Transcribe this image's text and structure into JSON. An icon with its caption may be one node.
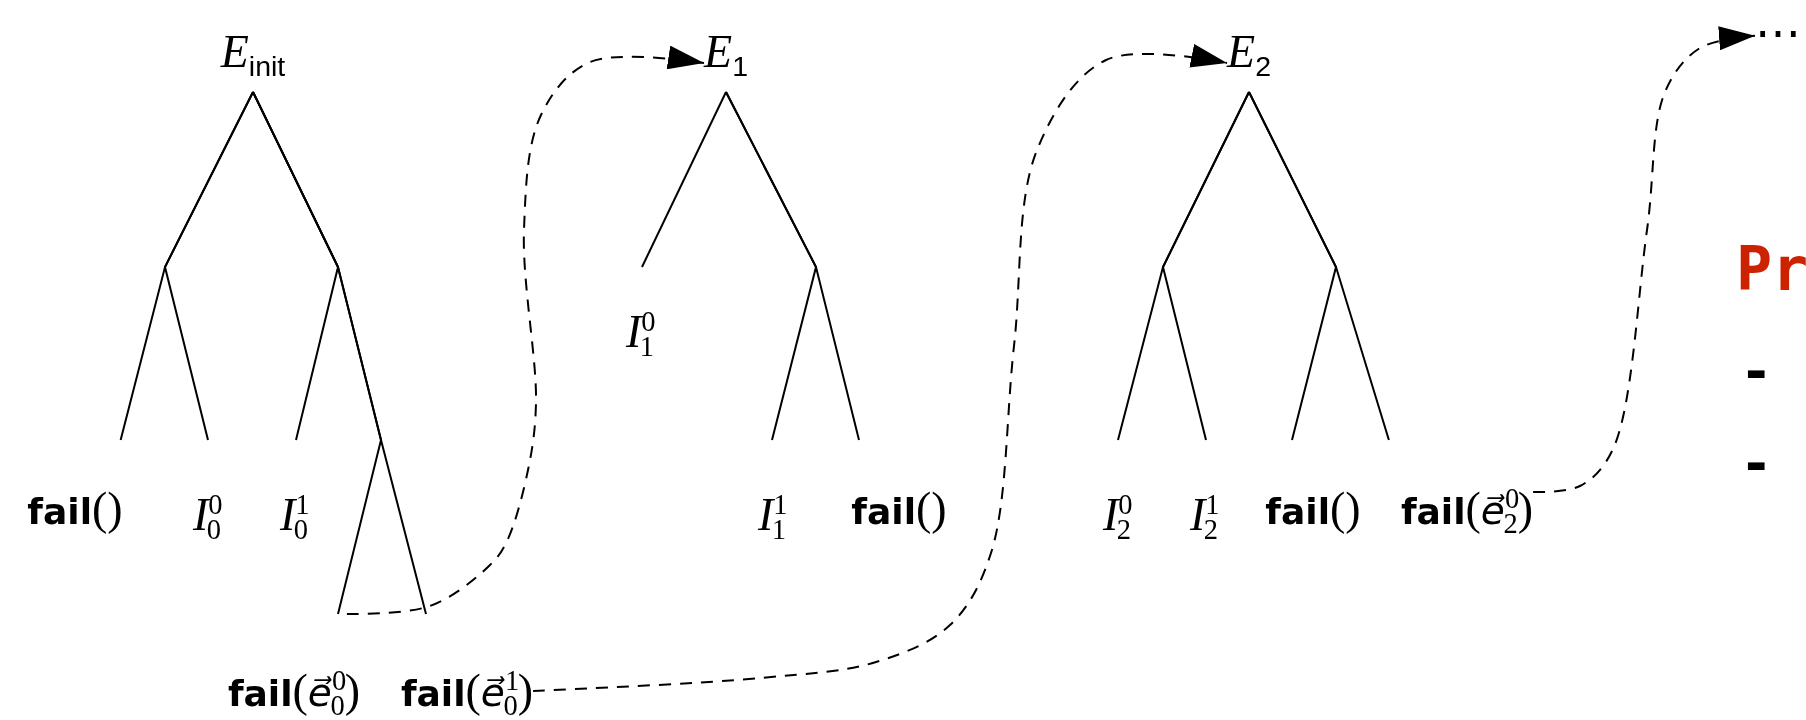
{
  "diagram": {
    "nodes": [
      {
        "text": [
          "*E*$_{init}$"
        ]
      },
      {
        "text": [
          "**fail**()"
        ]
      },
      {
        "text": [
          "*I*$^{0}$$_{0}$"
        ]
      },
      {
        "text": [
          "*I*$^{1}$$_{0}$"
        ]
      },
      {
        "text": [
          "**fail**(*e⃗*$^{0}$$_{0}$)"
        ]
      },
      {
        "text": [
          "**fail**(*e⃗*$^{1}$$_{0}$)"
        ]
      },
      {
        "text": [
          "*E*$_{1}$"
        ]
      },
      {
        "text": [
          "*I*$^{0}$$_{1}$"
        ]
      },
      {
        "text": [
          "*I*$^{1}$$_{1}$"
        ]
      },
      {
        "text": [
          "**fail**()"
        ]
      },
      {
        "text": [
          "*E*$_{2}$"
        ]
      },
      {
        "text": [
          "*I*$^{0}$$_{2}$"
        ]
      },
      {
        "text": [
          "*I*$^{1}$$_{2}$"
        ]
      },
      {
        "text": [
          "**fail**()"
        ]
      },
      {
        "text": [
          "**fail**(*e⃗*$^{0}$$_{2}$)"
        ]
      },
      {
        "text": [
          "⋯"
        ]
      }
    ],
    "edges": [
      {
        "from": 0,
        "to": 1,
        "arrow": "none"
      },
      {
        "from": 0,
        "to": 2,
        "arrow": "none"
      },
      {
        "from": 0,
        "to": 3,
        "arrow": "none"
      },
      {
        "from": 0,
        "to": 4,
        "arrow": "none"
      },
      {
        "from": 0,
        "to": 5,
        "arrow": "none"
      },
      {
        "from": 6,
        "to": 7,
        "arrow": "none"
      },
      {
        "from": 6,
        "to": 8,
        "arrow": "none"
      },
      {
        "from": 6,
        "to": 9,
        "arrow": "none"
      },
      {
        "from": 10,
        "to": 11,
        "arrow": "none"
      },
      {
        "from": 10,
        "to": 12,
        "arrow": "none"
      },
      {
        "from": 10,
        "to": 13,
        "arrow": "none"
      },
      {
        "from": 10,
        "to": 14,
        "arrow": "none"
      },
      {
        "from": 4,
        "to": 6,
        "arrow": "to",
        "style": "dashed"
      },
      {
        "from": 5,
        "to": 10,
        "arrow": "to",
        "style": "dashed"
      },
      {
        "from": 14,
        "to": 15,
        "arrow": "to",
        "style": "dashed"
      }
    ],
    "labels": [
      "Pr",
      "-",
      "-"
    ]
  }
}
